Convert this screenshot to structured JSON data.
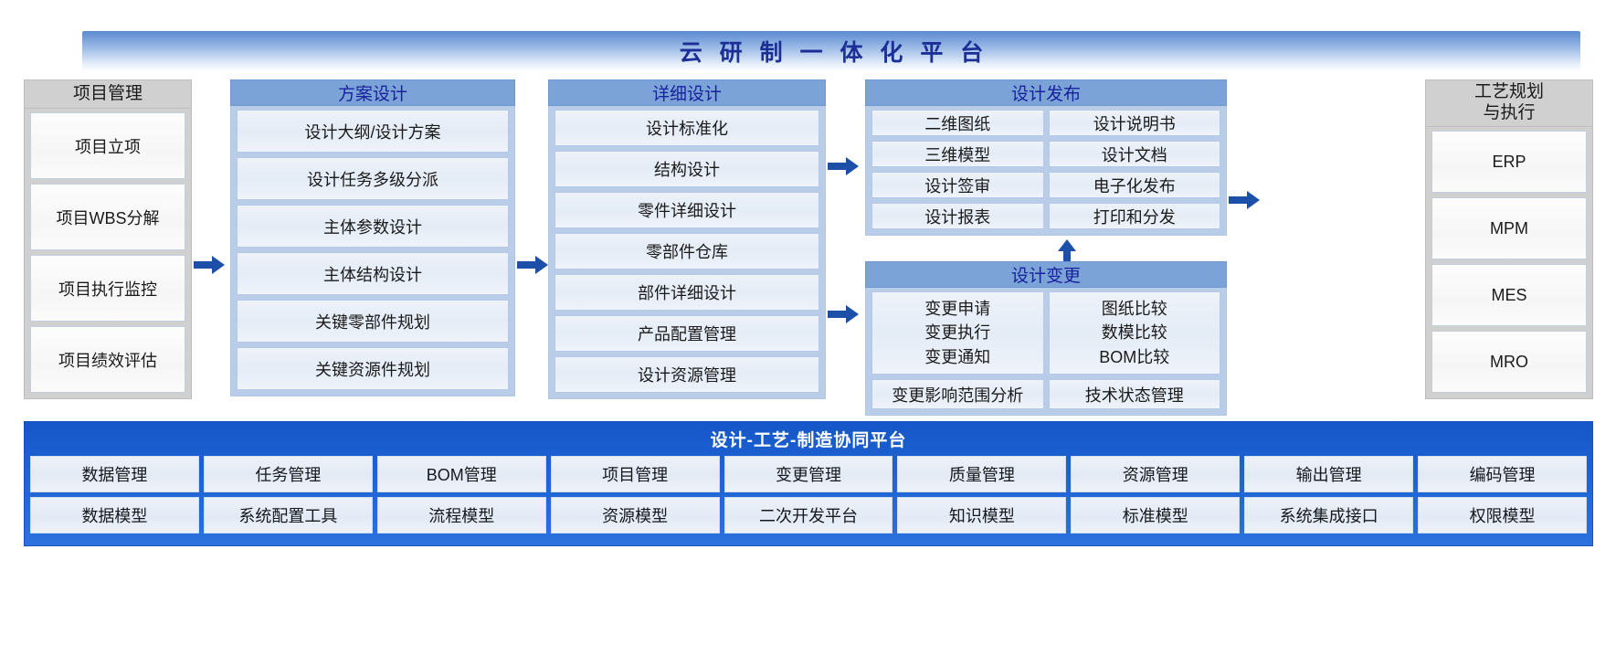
{
  "header": {
    "title": "云 研 制 一 体 化 平 台"
  },
  "columns": {
    "project": {
      "title": "项目管理",
      "items": [
        "项目立项",
        "项目WBS分解",
        "项目执行监控",
        "项目绩效评估"
      ]
    },
    "scheme": {
      "title": "方案设计",
      "items": [
        "设计大纲/设计方案",
        "设计任务多级分派",
        "主体参数设计",
        "主体结构设计",
        "关键零部件规划",
        "关键资源件规划"
      ]
    },
    "detail": {
      "title": "详细设计",
      "items": [
        "设计标准化",
        "结构设计",
        "零件详细设计",
        "零部件仓库",
        "部件详细设计",
        "产品配置管理",
        "设计资源管理"
      ]
    },
    "release": {
      "title": "设计发布",
      "left_items": [
        "二维图纸",
        "三维模型",
        "设计签审",
        "设计报表"
      ],
      "right_items": [
        "设计说明书",
        "设计文档",
        "电子化发布",
        "打印和分发"
      ]
    },
    "change": {
      "title": "设计变更",
      "left_top": "变更申请\n变更执行\n变更通知",
      "right_top": "图纸比较\n数模比较\nBOM比较",
      "left_bottom": "变更影响范围分析",
      "right_bottom": "技术状态管理"
    },
    "process": {
      "title": "工艺规划\n与执行",
      "items": [
        "ERP",
        "MPM",
        "MES",
        "MRO"
      ]
    }
  },
  "platform": {
    "title": "设计-工艺-制造协同平台",
    "row1": [
      "数据管理",
      "任务管理",
      "BOM管理",
      "项目管理",
      "变更管理",
      "质量管理",
      "资源管理",
      "输出管理",
      "编码管理"
    ],
    "row2": [
      "数据模型",
      "系统配置工具",
      "流程模型",
      "资源模型",
      "二次开发平台",
      "知识模型",
      "标准模型",
      "系统集成接口",
      "权限模型"
    ]
  },
  "colors": {
    "banner_blue": "#5c8bd0",
    "title_text": "#1b2f96",
    "panel_head_blue": "#7ba3d8",
    "panel_head_gray": "#d0d0d0",
    "arrow_blue": "#1b4fa8",
    "platform_blue": "#1f63d4"
  }
}
